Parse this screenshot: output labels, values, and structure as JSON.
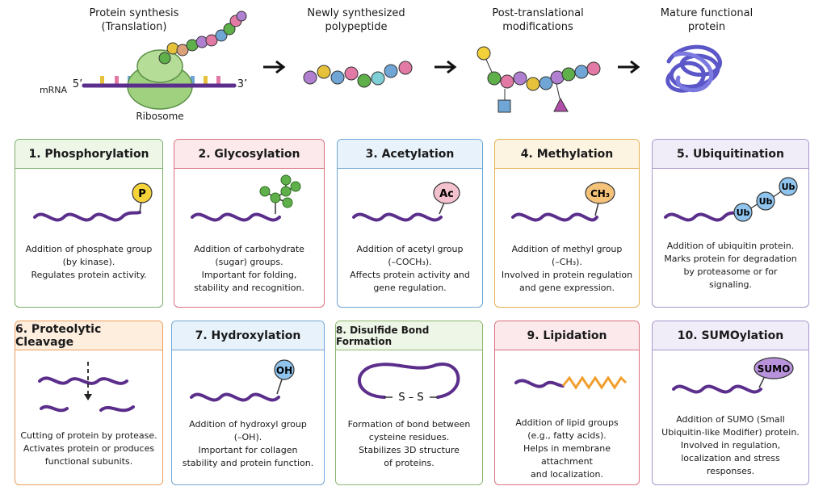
{
  "stages": [
    {
      "label": "Protein synthesis\n(Translation)"
    },
    {
      "label": "Newly synthesized\npolypeptide"
    },
    {
      "label": "Post-translational\nmodifications"
    },
    {
      "label": "Mature functional\nprotein"
    }
  ],
  "synthesis": {
    "mrna": "mRNA",
    "five_prime": "5’",
    "three_prime": "3’",
    "ribosome": "Ribosome"
  },
  "cards": [
    {
      "title": "1. Phosphorylation",
      "tag": "P",
      "desc": "Addition of phosphate group\n(by kinase).\nRegulates protein activity.",
      "border": "#7ab06a",
      "header_bg": "#eef6e8"
    },
    {
      "title": "2. Glycosylation",
      "tag": "",
      "desc": "Addition of carbohydrate\n(sugar) groups.\nImportant for folding,\nstability and recognition.",
      "border": "#d9707f",
      "header_bg": "#fbe9ec"
    },
    {
      "title": "3. Acetylation",
      "tag": "Ac",
      "desc": "Addition of acetyl group\n(–COCH₃).\nAffects protein activity and\ngene regulation.",
      "border": "#6fa6d6",
      "header_bg": "#e8f2fb"
    },
    {
      "title": "4. Methylation",
      "tag": "CH₃",
      "desc": "Addition of methyl group\n(–CH₃).\nInvolved in protein regulation\nand gene expression.",
      "border": "#e5b150",
      "header_bg": "#fdf3e1"
    },
    {
      "title": "5. Ubiquitination",
      "tag": "Ub",
      "desc": "Addition of ubiquitin protein.\nMarks protein for degradation\nby proteasome or for\nsignaling.",
      "border": "#a896cc",
      "header_bg": "#f1edf8"
    },
    {
      "title": "6. Proteolytic Cleavage",
      "tag": "",
      "desc": "Cutting of protein by protease.\nActivates protein or produces\nfunctional subunits.",
      "border": "#ec9f5f",
      "header_bg": "#fdeede"
    },
    {
      "title": "7. Hydroxylation",
      "tag": "OH",
      "desc": "Addition of hydroxyl group\n(–OH).\nImportant for collagen\nstability and protein function.",
      "border": "#6fa6d6",
      "header_bg": "#e8f2fb"
    },
    {
      "title": "8. Disulfide Bond Formation",
      "tag": "S – S",
      "desc": "Formation of bond between\ncysteine residues.\nStabilizes 3D structure\nof proteins.",
      "border": "#8cb86e",
      "header_bg": "#eef6e8"
    },
    {
      "title": "9. Lipidation",
      "tag": "",
      "desc": "Addition of lipid groups\n(e.g., fatty acids).\nHelps in membrane attachment\nand localization.",
      "border": "#d9707f",
      "header_bg": "#fbe9ec"
    },
    {
      "title": "10. SUMOylation",
      "tag": "SUMO",
      "desc": "Addition of SUMO (Small\nUbiquitin-like Modifier) protein.\nInvolved in regulation,\nlocalization and stress\nresponses.",
      "border": "#a896cc",
      "header_bg": "#f1edf8"
    }
  ],
  "colors": {
    "chain": "#5b2e8c",
    "green_bead": "#5fb04a",
    "ribosome": "#9fd17f"
  }
}
